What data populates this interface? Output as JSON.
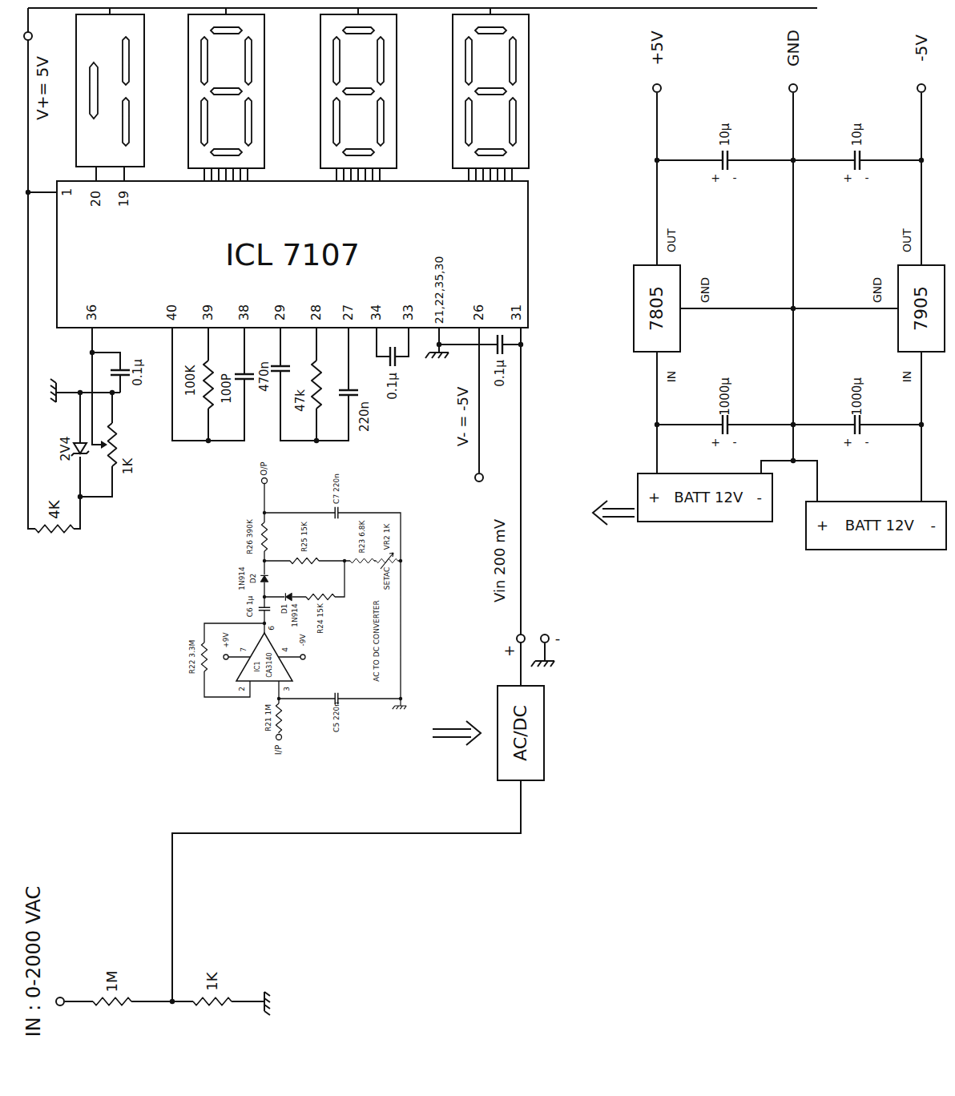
{
  "diagram": {
    "nodes": [
      {
        "text": [
          "ICL 7107"
        ]
      },
      {
        "text": [
          "AC/DC"
        ]
      },
      {
        "text": [
          "7805"
        ]
      },
      {
        "text": [
          "7905"
        ]
      },
      {
        "text": [
          "+",
          "BATT 12V",
          "-"
        ]
      },
      {
        "text": [
          "+",
          "BATT 12V",
          "-"
        ]
      }
    ],
    "edges": [
      {
        "from": 4,
        "to": 2,
        "arrow": "none"
      },
      {
        "from": 5,
        "to": 3,
        "arrow": "none"
      },
      {
        "from": 2,
        "to": 3,
        "arrow": "none"
      },
      {
        "from": 4,
        "to": 5,
        "arrow": "none"
      },
      {
        "from": 1,
        "to": 0,
        "arrow": "none"
      }
    ],
    "labels": [
      "V+= 5V",
      "1",
      "20",
      "19",
      "36",
      "40",
      "39",
      "38",
      "29",
      "28",
      "27",
      "34",
      "33",
      "21,22,35,30",
      "26",
      "31",
      "4K",
      "2V4",
      "1K",
      "0.1μ",
      "100K",
      "100P",
      "470n",
      "47k",
      "220n",
      "0.1μ",
      "V- = -5V",
      "0.1μ",
      "Vin 200 mV",
      "+",
      "-",
      "IN : 0-2000 VAC",
      "1M",
      "1K",
      "O/P",
      "C7 220n",
      "R26 390K",
      "R25 15K",
      "R23 6.8K",
      "VR2 1K",
      "SETAC",
      "D2",
      "1N914",
      "D1",
      "1N914",
      "R24 15K",
      "C6 1μ",
      "IC1",
      "CA3140",
      "7",
      "4",
      "6",
      "2",
      "3",
      "+9V",
      "-9V",
      "R22 3.3M",
      "C5 220n",
      "R21 1M",
      "I/P",
      "AC TO DC CONVERTER",
      "+5V",
      "GND",
      "-5V",
      "10μ",
      "10μ",
      "+",
      "-",
      "+",
      "-",
      "OUT",
      "GND",
      "IN",
      "OUT",
      "GND",
      "IN",
      "1000μ",
      "1000μ",
      "+",
      "-",
      "+",
      "-"
    ]
  }
}
